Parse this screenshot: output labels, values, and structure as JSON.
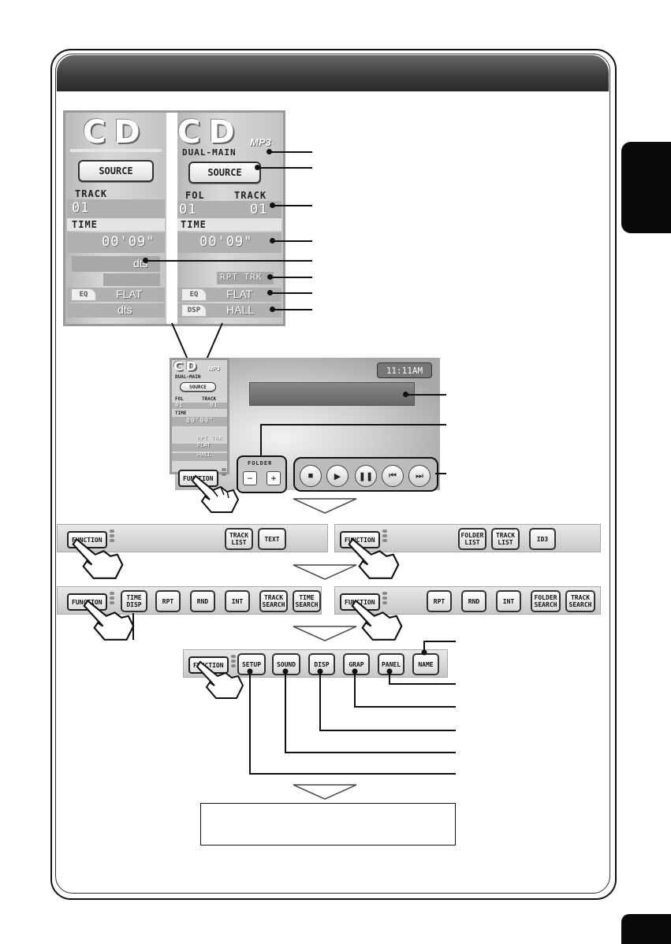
{
  "zoom_panel": {
    "left": {
      "logo": "CD",
      "source_label": "SOURCE",
      "track_label": "TRACK",
      "track_value": "01",
      "time_label": "TIME",
      "time_value": "00'09\"",
      "dts_value": "dts",
      "eq_tag": "EQ",
      "eq_value": "FLAT",
      "dsp_value": "dts"
    },
    "right": {
      "logo": "CD",
      "mp3": "MP3",
      "dual_main": "DUAL-MAIN",
      "source_label": "SOURCE",
      "fol_label": "FOL",
      "track_label": "TRACK",
      "fol_value": "01",
      "track_value": "01",
      "time_label": "TIME",
      "time_value": "00'09\"",
      "repeat_value": "RPT TRK",
      "eq_tag": "EQ",
      "eq_value": "FLAT",
      "dsp_tag": "DSP",
      "dsp_value": "HALL"
    }
  },
  "screen": {
    "clock": "11:11AM",
    "mini": {
      "logo": "CD",
      "mp3": "MP3",
      "dual_main": "DUAL-MAIN",
      "source": "SOURCE",
      "fol": "FOL",
      "track": "TRACK",
      "fol_value": "01",
      "track_value": "01",
      "time": "TIME",
      "time_value": "00'09\"",
      "repeat": "RPT TRK",
      "eq": "FLAT",
      "dsp": "HALL"
    },
    "folder_label": "FOLDER",
    "minus": "−",
    "plus": "+",
    "function": "FUNCTION"
  },
  "bars": {
    "cd_bar1": [
      "FUNCTION",
      "TRACK\nLIST",
      "TEXT"
    ],
    "mp3_bar1": [
      "FUNCTION",
      "FOLDER\nLIST",
      "TRACK\nLIST",
      "ID3"
    ],
    "cd_bar2": [
      "FUNCTION",
      "TIME\nDISP",
      "RPT",
      "RND",
      "INT",
      "TRACK\nSEARCH",
      "TIME\nSEARCH"
    ],
    "mp3_bar2": [
      "FUNCTION",
      "RPT",
      "RND",
      "INT",
      "FOLDER\nSEARCH",
      "TRACK\nSEARCH"
    ],
    "common_bar": [
      "FUNCTION",
      "SETUP",
      "SOUND",
      "DISP",
      "GRAP",
      "PANEL",
      "NAME"
    ]
  }
}
